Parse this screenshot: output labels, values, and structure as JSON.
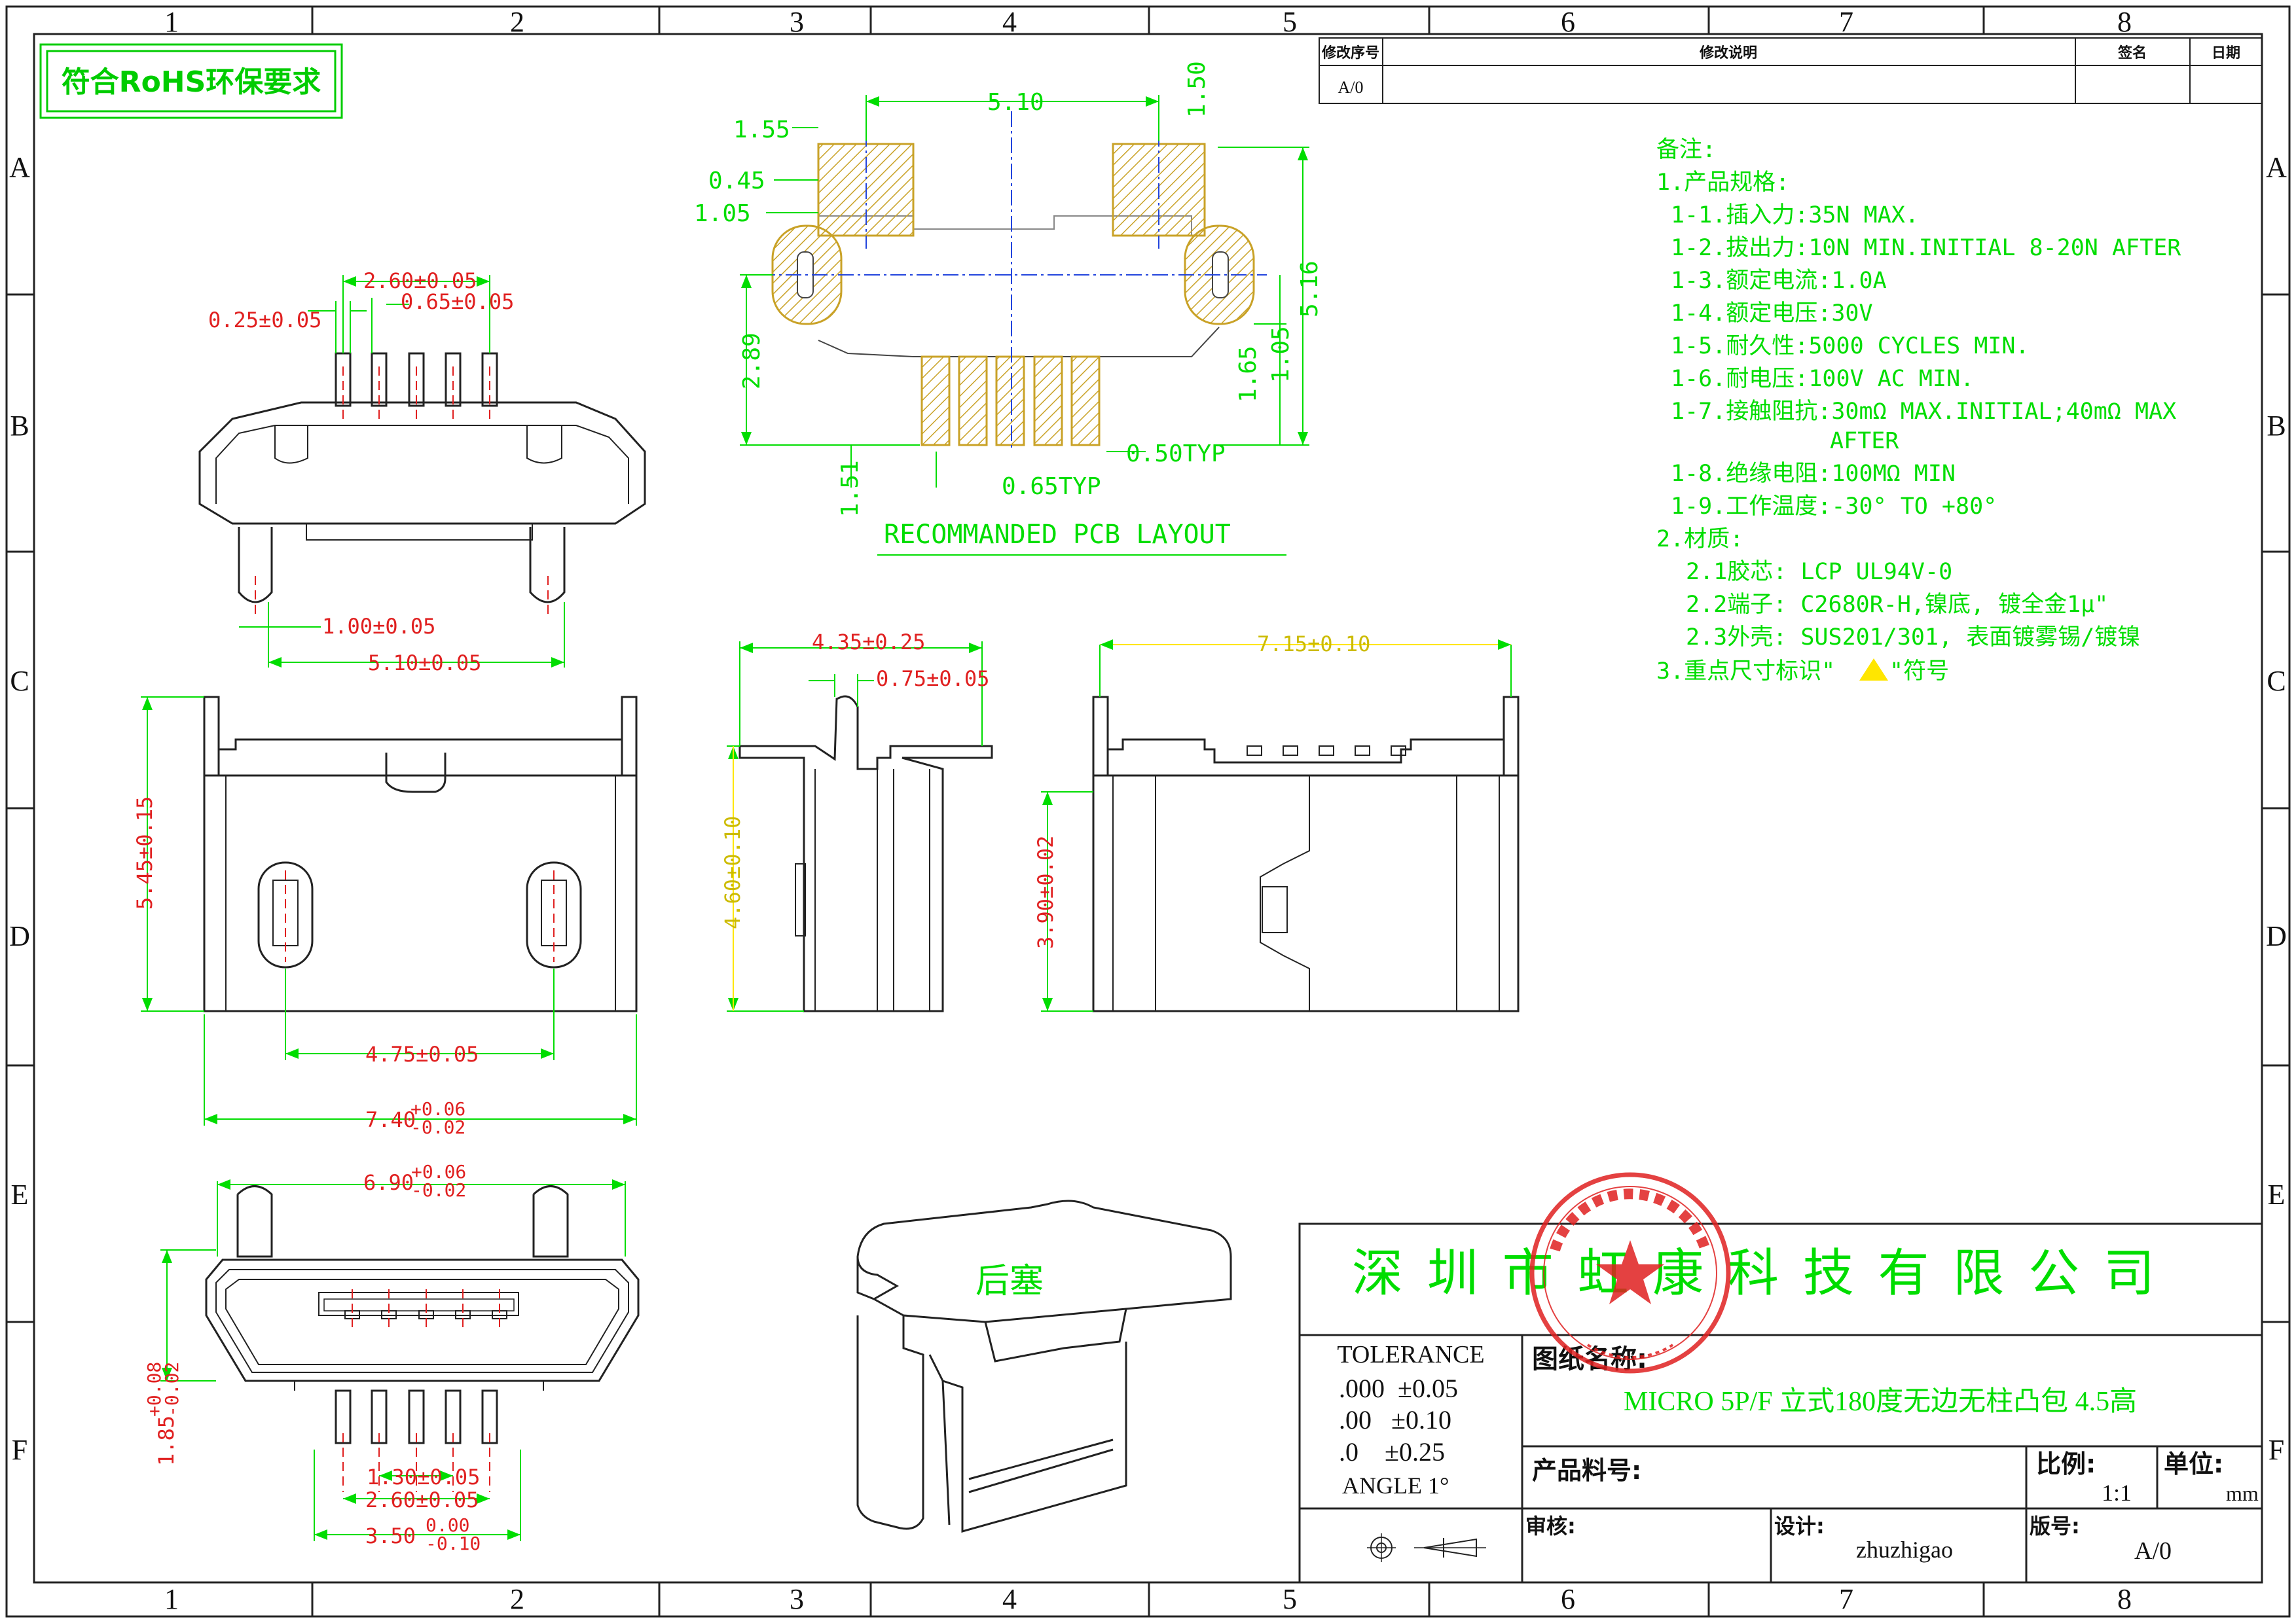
{
  "grid": {
    "columns": [
      "1",
      "2",
      "3",
      "4",
      "5",
      "6",
      "7",
      "8"
    ],
    "rows": [
      "A",
      "B",
      "C",
      "D",
      "E",
      "F"
    ]
  },
  "badge": {
    "text": "符合RoHS环保要求"
  },
  "revision_table": {
    "headers": {
      "rev": "修改序号",
      "desc": "修改说明",
      "sign": "签名",
      "date": "日期"
    },
    "row": {
      "rev": "A/0",
      "desc": "",
      "sign": "",
      "date": ""
    }
  },
  "notes": {
    "title": "备注:",
    "section1": "1.产品规格:",
    "items": [
      "1-1.插入力:35N MAX.",
      "1-2.拔出力:10N MIN.INITIAL 8-20N AFTER",
      "1-3.额定电流:1.0A",
      "1-4.额定电压:30V",
      "1-5.耐久性:5000 CYCLES MIN.",
      "1-6.耐电压:100V AC MIN.",
      "1-7.接触阻抗:30mΩ MAX.INITIAL;40mΩ MAX",
      "AFTER",
      "1-8.绝缘电阻:100MΩ MIN",
      "1-9.工作温度:-30° TO +80°"
    ],
    "section2": "2.材质:",
    "materials": [
      "2.1胶芯: LCP UL94V-0",
      "2.2端子: C2680R-H,镍底, 镀全金1μ\"",
      "2.3外壳: SUS201/301, 表面镀雾锡/镀镍"
    ],
    "section3a": "3.重点尺寸标识\"",
    "section3b": "\"符号"
  },
  "pcb_layout": {
    "caption": "RECOMMANDED PCB LAYOUT",
    "dims": {
      "d510": "5.10",
      "d150": "1.50",
      "d155": "1.55",
      "d045": "0.45",
      "d105a": "1.05",
      "d516": "5.16",
      "d289": "2.89",
      "d165": "1.65",
      "d105b": "1.05",
      "d151": "1.51",
      "d065": "0.65TYP",
      "d050": "0.50TYP"
    }
  },
  "views": {
    "top_front": {
      "d260": "2.60±0.05",
      "d025": "0.25±0.05",
      "d065": "0.65±0.05",
      "d100": "1.00±0.05",
      "d510": "5.10±0.05"
    },
    "front": {
      "d545": "5.45±0.15",
      "d475": "4.75±0.05",
      "d740": "7.40",
      "d740_up": "+0.06",
      "d740_dn": "-0.02"
    },
    "side": {
      "d435": "4.35±0.25",
      "d075": "0.75±0.05",
      "d460": "4.60±0.10"
    },
    "back": {
      "d715": "7.15±0.10",
      "d390": "3.90±0.02"
    },
    "bottom": {
      "d690": "6.90",
      "d690_up": "+0.06",
      "d690_dn": "-0.02",
      "d185": "1.85",
      "d185_up": "+0.08",
      "d185_dn": "-0.02",
      "d130": "1.30±0.05",
      "d260": "2.60±0.05",
      "d350": "3.50",
      "d350_up": "0.00",
      "d350_dn": "-0.10"
    },
    "plug": {
      "label": "后塞"
    }
  },
  "title_block": {
    "company": "深 圳 市 虹 康 科 技 有 限 公 司",
    "tolerance_title": "TOLERANCE",
    "tolerance_rows": [
      ".000  ±0.05",
      ".00   ±0.10",
      ".0    ±0.25"
    ],
    "angle": "ANGLE 1°",
    "drawing_name_label": "图纸名称:",
    "drawing_name": "MICRO 5P/F 立式180度无边无柱凸包 4.5高",
    "part_no_label": "产品料号:",
    "scale_label": "比例:",
    "scale_value": "1:1",
    "unit_label": "单位:",
    "unit_value": "mm",
    "review_label": "审核:",
    "design_label": "设计:",
    "designer": "zhuzhigao",
    "version_label": "版号:",
    "version": "A/0"
  },
  "colors": {
    "green": "#00dd00",
    "red": "#e02020",
    "yellow": "#ffe600",
    "line": "#222222"
  }
}
